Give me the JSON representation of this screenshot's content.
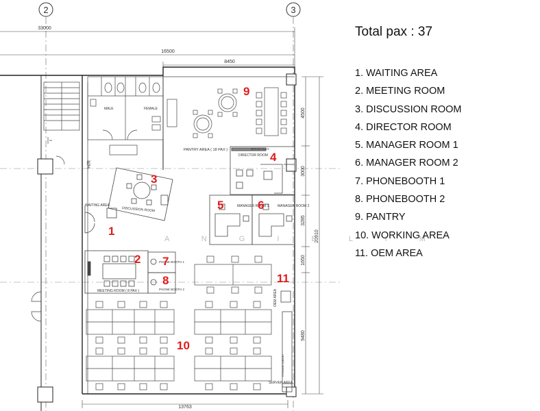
{
  "total": {
    "label": "Total pax :",
    "value": "37"
  },
  "legend": [
    "1. WAITING AREA",
    "2. MEETING ROOM",
    "3. DISCUSSION ROOM",
    "4. DIRECTOR ROOM",
    "5. MANAGER ROOM 1",
    "6. MANAGER ROOM 2",
    "7. PHONEBOOTH 1",
    "8. PHONEBOOTH 2",
    "9. PANTRY",
    "10. WORKING AREA",
    "11. OEM AREA"
  ],
  "plan": {
    "grid": [
      "2",
      "3"
    ],
    "dims": [
      "33000",
      "16500",
      "8450",
      "4500",
      "3000",
      "3285",
      "1650",
      "20910",
      "9480",
      "13763"
    ],
    "rooms": {
      "male": "MALE",
      "female": "FEMALE",
      "pantry": "PANTRY AREA ( 18 PAX )",
      "director": "DIRECTOR ROOM",
      "director_shelf": "WRITING SLATE",
      "hr": "H/R",
      "discussion": "DISCUSSION ROOM",
      "waiting": "WAITING AREA",
      "manager1": "MANAGER ROOM 1",
      "manager2": "MANAGER ROOM 2",
      "meeting": "MEETING ROOM ( 8 PAX )",
      "booth1": "PHONE BOOTH 1",
      "booth2": "PHONE BOOTH 2",
      "oem": "OEM AREA",
      "server": "SERVER AREA",
      "storage": "STORAGE CABINET"
    },
    "markers": [
      "1",
      "2",
      "3",
      "4",
      "5",
      "6",
      "7",
      "8",
      "9",
      "10",
      "11"
    ],
    "watermark": "A N G I E L I M"
  },
  "colors": {
    "marker": "#e01b1b",
    "line": "#333333"
  }
}
